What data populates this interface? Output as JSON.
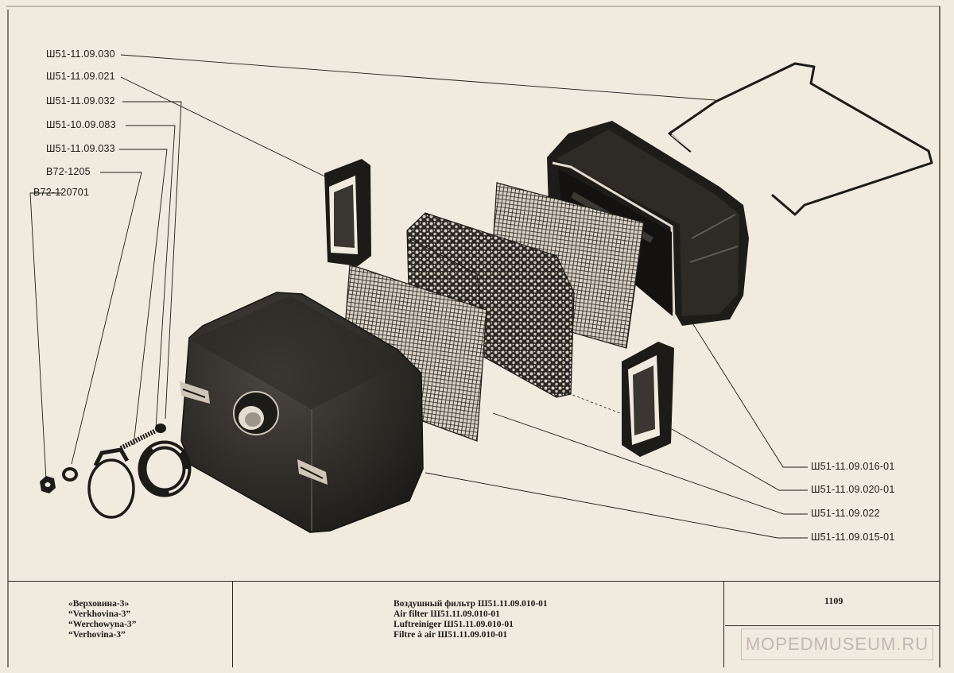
{
  "part_labels_left": [
    "Ш51-11.09.030",
    "Ш51-11.09.021",
    "Ш51-11.09.032",
    "Ш51-10.09.083",
    "Ш51-11.09.033",
    "В72-1205",
    "В72-120701"
  ],
  "part_labels_right": [
    "Ш51-11.09.016-01",
    "Ш51-11.09.020-01",
    "Ш51-11.09.022",
    "Ш51-11.09.015-01"
  ],
  "title_block": {
    "models": [
      "«Верховина-3»",
      "“Verkhovina-3”",
      "“Werchowyna-3”",
      "“Verhovina-3”"
    ],
    "titles": [
      "Воздушный фильтр Ш51.11.09.010-01",
      "Air filter Ш51.11.09.010-01",
      "Luftreiniger Ш51.11.09.010-01",
      "Filtre à air Ш51.11.09.010-01"
    ],
    "sheet_number": "1109"
  },
  "watermark": "MOPEDMUSEUM.RU",
  "colors": {
    "paper": "#f1eadf",
    "ink": "#1d1b18",
    "watermark": "#c3b7b6"
  }
}
